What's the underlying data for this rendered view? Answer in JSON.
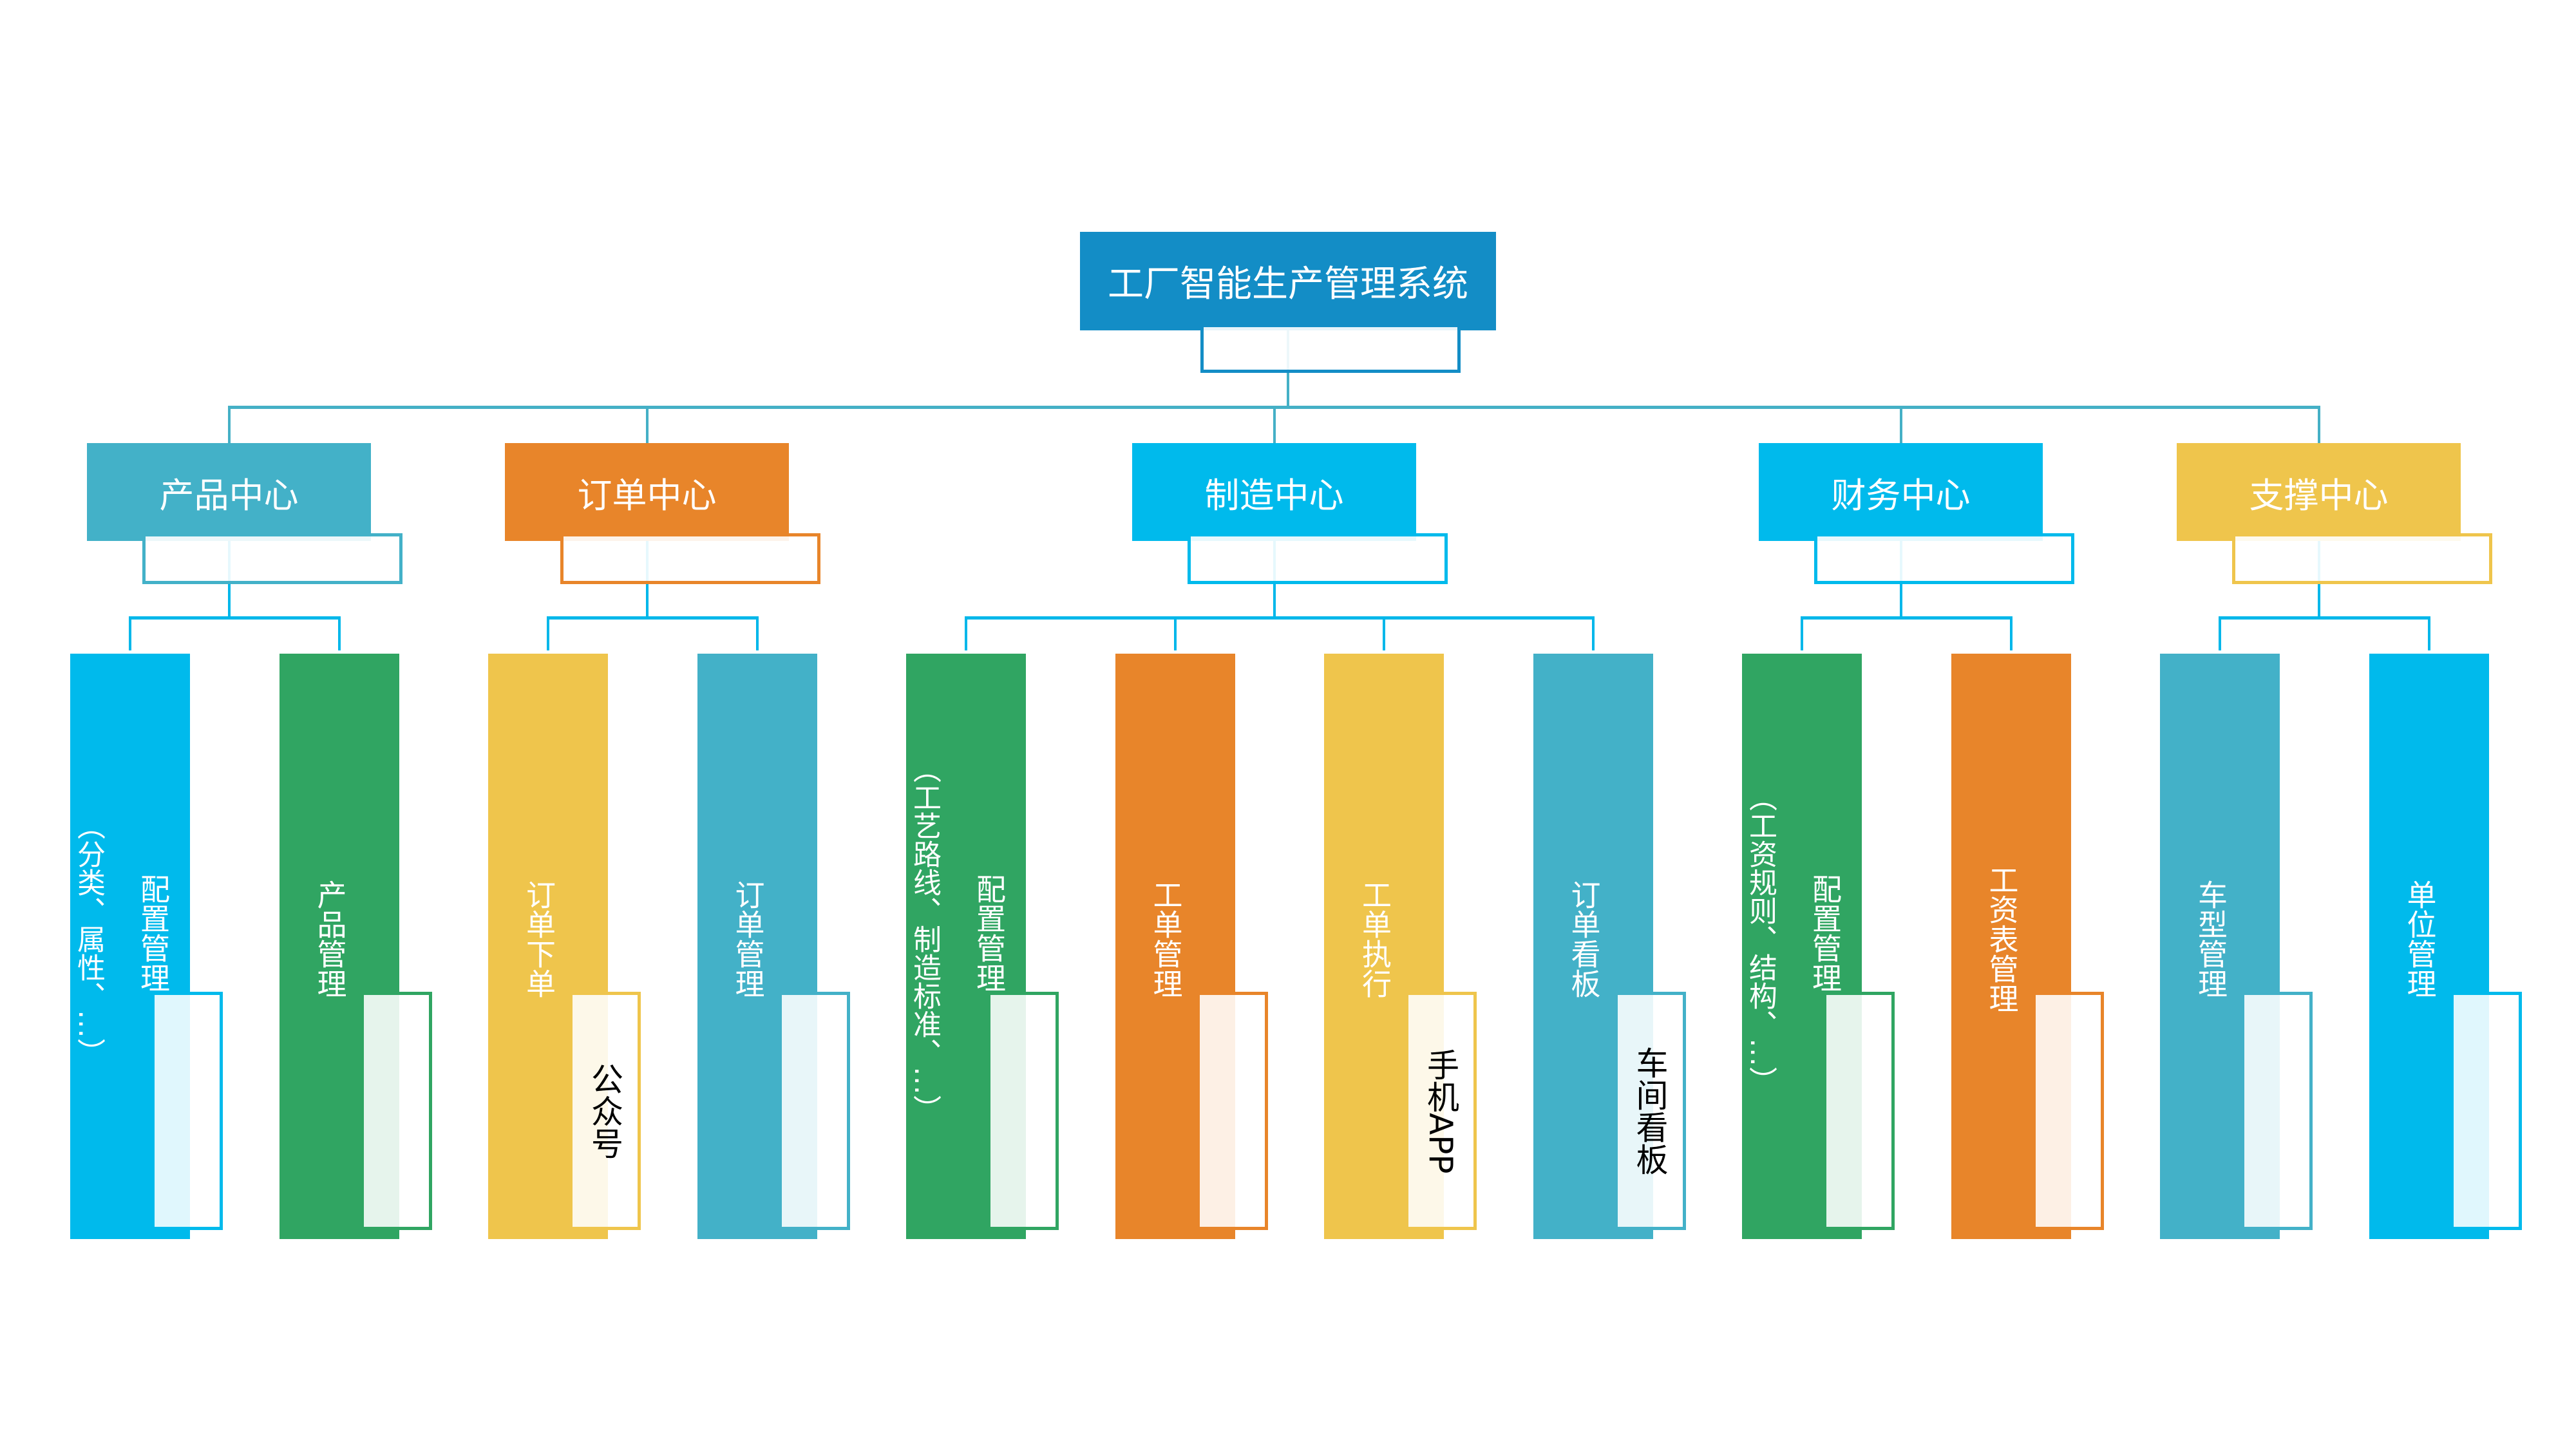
{
  "title": "工厂智能生产管理系统",
  "colors": {
    "root": "#138DC6",
    "main_connector": "#45B0C6",
    "branch_connector": "#00B7EA",
    "teal": "#43B1C8",
    "orange": "#E8852A",
    "blue": "#00BAEC",
    "yellow": "#EFC54C",
    "green": "#30A562"
  },
  "centers": [
    {
      "label": "产品中心",
      "color": "teal",
      "children": [
        {
          "label": "配置管理",
          "desc": "（分类、属性、…）",
          "color": "blue"
        },
        {
          "label": "产品管理",
          "color": "green"
        }
      ]
    },
    {
      "label": "订单中心",
      "color": "orange",
      "children": [
        {
          "label": "订单下单",
          "note": "公众号",
          "color": "yellow"
        },
        {
          "label": "订单管理",
          "color": "teal"
        }
      ]
    },
    {
      "label": "制造中心",
      "color": "blue",
      "children": [
        {
          "label": "配置管理",
          "desc": "（工艺路线、制造标准、…）",
          "color": "green"
        },
        {
          "label": "工单管理",
          "color": "orange"
        },
        {
          "label": "工单执行",
          "note": "手机APP",
          "color": "yellow"
        },
        {
          "label": "订单看板",
          "note": "车间看板",
          "color": "teal"
        }
      ]
    },
    {
      "label": "财务中心",
      "color": "blue",
      "children": [
        {
          "label": "配置管理",
          "desc": "（工资规则、结构、…）",
          "color": "green"
        },
        {
          "label": "工资表管理",
          "color": "orange"
        }
      ]
    },
    {
      "label": "支撑中心",
      "color": "yellow",
      "children": [
        {
          "label": "车型管理",
          "color": "teal"
        },
        {
          "label": "单位管理",
          "color": "blue"
        }
      ]
    }
  ]
}
